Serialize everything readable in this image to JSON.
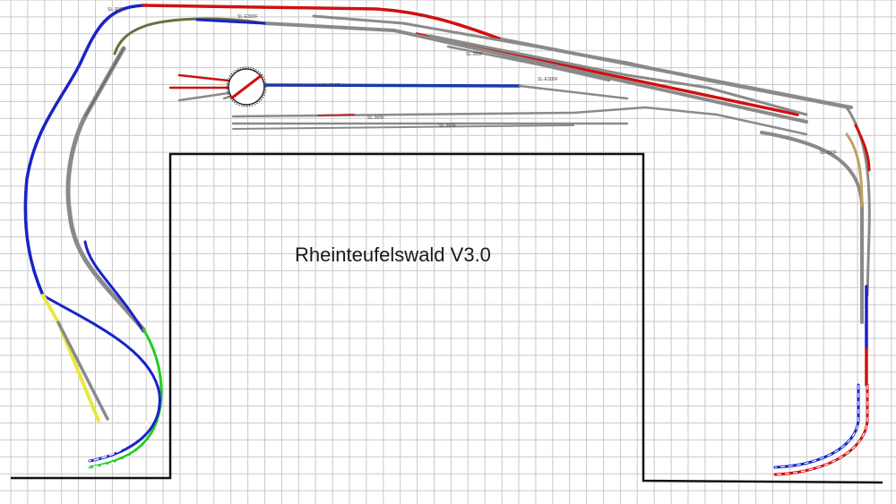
{
  "title": "Rheinteufelswald V3.0",
  "colors": {
    "background": "#ffffff",
    "grid": "#c9c9c9",
    "wall": "#111111",
    "track_gray": "#8a8a8a",
    "track_blue": "#1a22c8",
    "track_red": "#d01010",
    "track_green": "#22cc22",
    "track_yellow": "#e8e840",
    "track_olive": "#8a8a40"
  },
  "icons": {
    "turntable": "turntable-icon"
  },
  "track_labels": [
    "SL-300F",
    "SL-E300F",
    "SL-300F",
    "SL-300F",
    "SL-300F",
    "SL-E300F",
    "SL-300F",
    "SL-300F"
  ]
}
